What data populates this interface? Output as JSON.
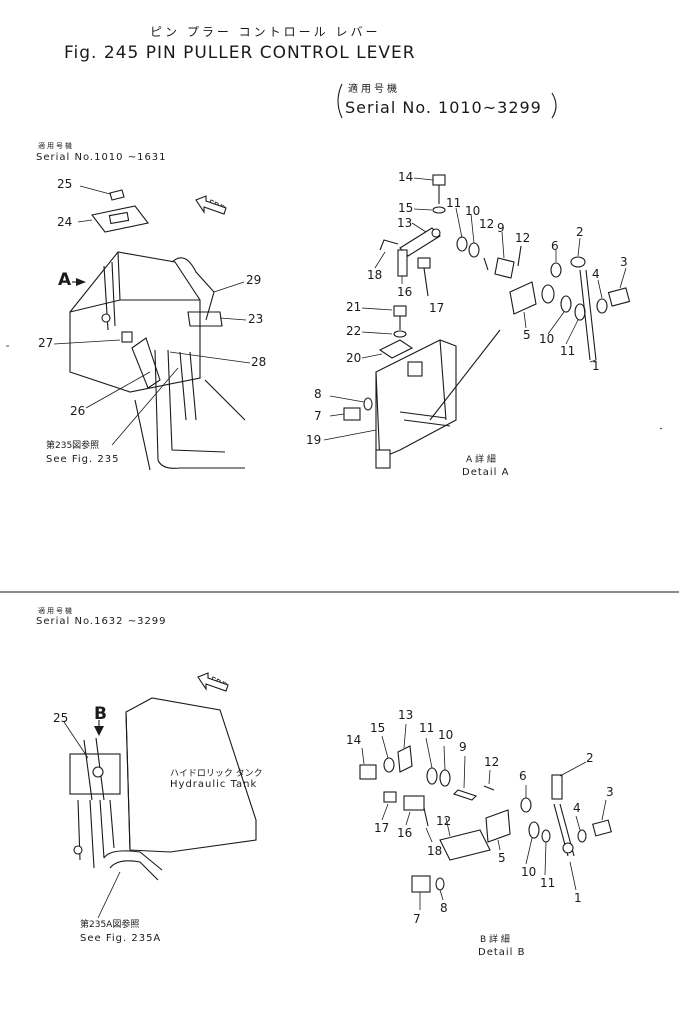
{
  "header": {
    "katakana": "ピン プラー コントロール レバー",
    "title": "Fig. 245  PIN  PULLER  CONTROL  LEVER"
  },
  "serial_main": {
    "kanji": "適用号機",
    "text": "Serial No.  1010~3299"
  },
  "section_top": {
    "serial_kanji": "適用号機",
    "serial": "Serial  No.1010 ~1631",
    "view_letter": "A",
    "ref_kanji": "第235図参照",
    "ref": "See Fig. 235",
    "detail_kanji": "A 詳 細",
    "detail": "Detail   A",
    "overview_callouts": [
      "25",
      "24",
      "29",
      "23",
      "27",
      "28",
      "26"
    ],
    "detail_callouts": [
      "14",
      "15",
      "11",
      "10",
      "12",
      "9",
      "12",
      "13",
      "6",
      "2",
      "4",
      "3",
      "18",
      "16",
      "17",
      "21",
      "22",
      "20",
      "5",
      "10",
      "11",
      "1",
      "8",
      "7",
      "19"
    ]
  },
  "section_bottom": {
    "serial_kanji": "適用号機",
    "serial": "Serial  No.1632 ~3299",
    "view_letter": "B",
    "tank_kanji": "ハイドロリック タンク",
    "tank": "Hydraulic Tank",
    "ref_kanji": "第235A図参照",
    "ref": "See Fig. 235A",
    "detail_kanji": "B 詳 細",
    "detail": "Detail   B",
    "overview_callouts": [
      "25"
    ],
    "detail_callouts": [
      "13",
      "15",
      "11",
      "10",
      "14",
      "9",
      "12",
      "2",
      "6",
      "3",
      "4",
      "17",
      "16",
      "12",
      "18",
      "5",
      "10",
      "11",
      "1",
      "7",
      "8"
    ]
  },
  "arrow_label": "FRD",
  "icons": [
    "front-direction-arrow-icon",
    "view-arrow-icon"
  ]
}
